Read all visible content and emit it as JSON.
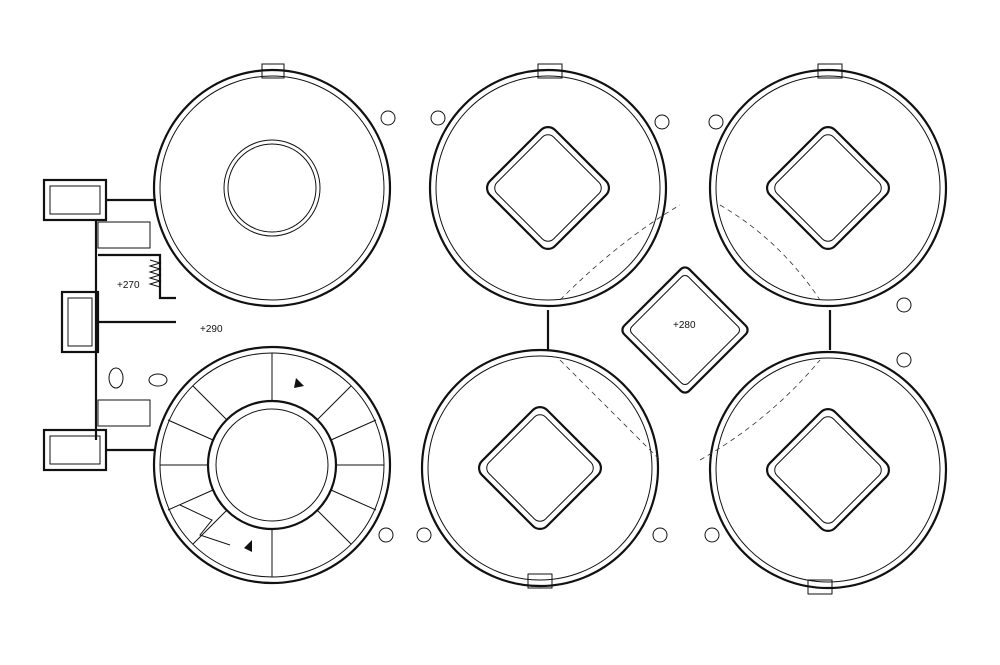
{
  "plan": {
    "levels": {
      "service": "+270",
      "hall": "+290",
      "center": "+280"
    }
  }
}
